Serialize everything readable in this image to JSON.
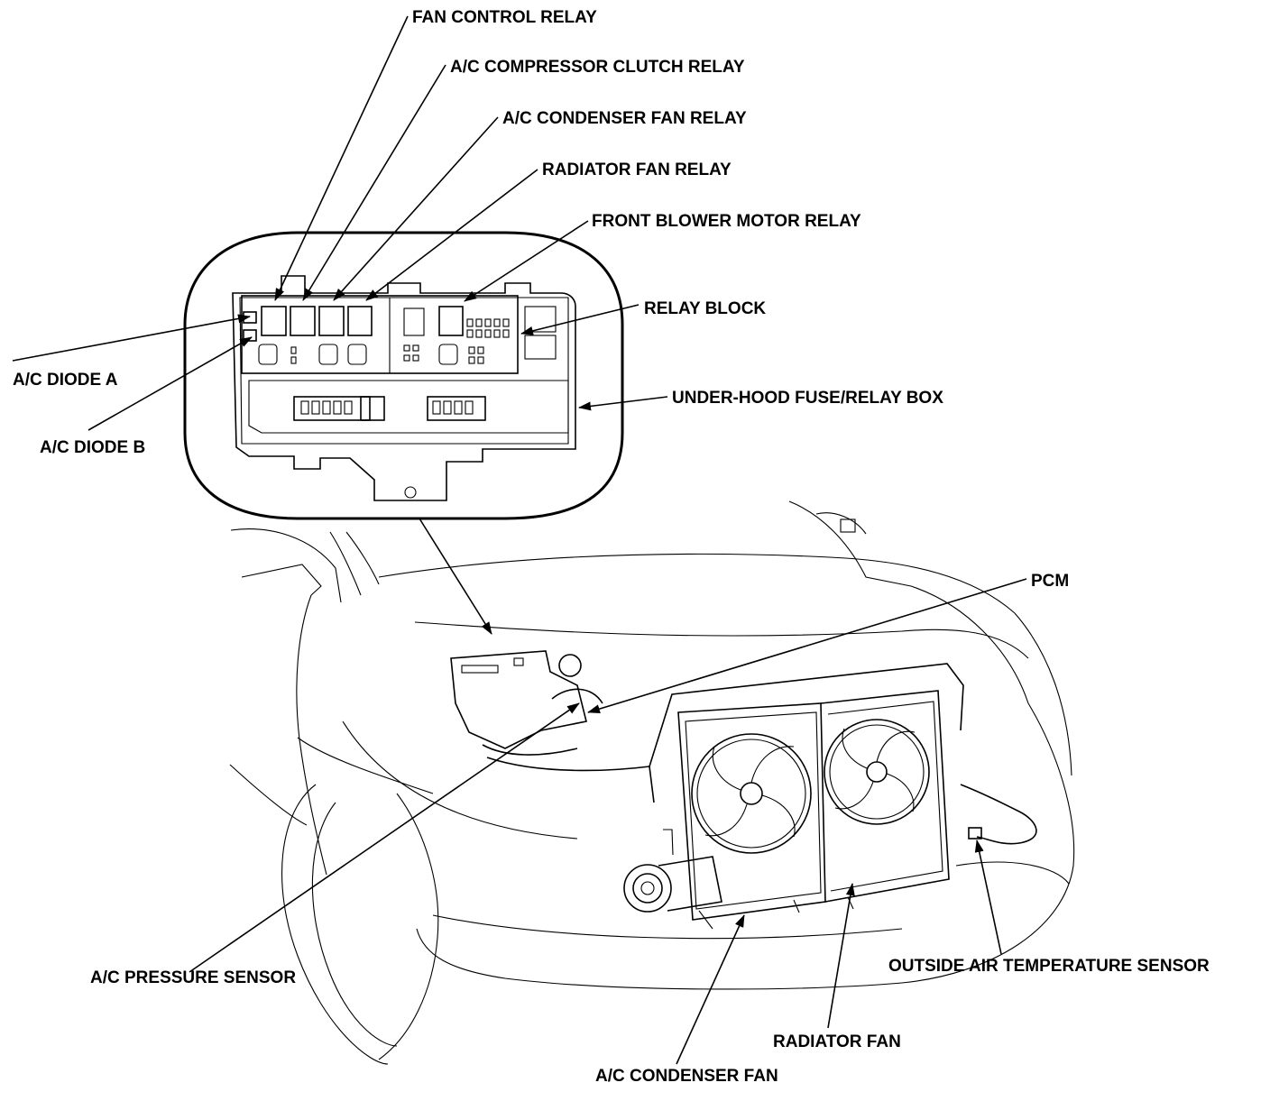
{
  "labels": {
    "fan_control_relay": "FAN CONTROL RELAY",
    "ac_compressor_clutch_relay": "A/C COMPRESSOR CLUTCH RELAY",
    "ac_condenser_fan_relay": "A/C CONDENSER FAN RELAY",
    "radiator_fan_relay": "RADIATOR FAN RELAY",
    "front_blower_motor_relay": "FRONT BLOWER MOTOR RELAY",
    "relay_block": "RELAY BLOCK",
    "under_hood_fuse_relay_box": "UNDER-HOOD FUSE/RELAY BOX",
    "ac_diode_a": "A/C DIODE A",
    "ac_diode_b": "A/C DIODE B",
    "pcm": "PCM",
    "ac_pressure_sensor": "A/C PRESSURE SENSOR",
    "outside_air_temperature_sensor": "OUTSIDE AIR TEMPERATURE SENSOR",
    "radiator_fan": "RADIATOR FAN",
    "ac_condenser_fan": "A/C CONDENSER FAN"
  }
}
